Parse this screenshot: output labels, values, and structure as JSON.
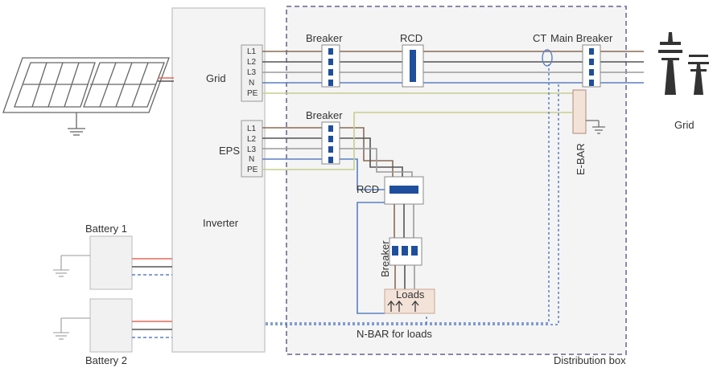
{
  "labels": {
    "inverter": "Inverter",
    "grid_port": "Grid",
    "eps_port": "EPS",
    "breaker_grid": "Breaker",
    "rcd_grid": "RCD",
    "ct": "CT",
    "main_breaker": "Main Breaker",
    "grid_right": "Grid",
    "breaker_eps": "Breaker",
    "rcd_eps": "RCD",
    "breaker_loads": "Breaker",
    "loads": "Loads",
    "e_bar": "E-BAR",
    "n_bar": "N-BAR for loads",
    "distribution_box": "Distribution box",
    "battery_1": "Battery 1",
    "battery_2": "Battery 2"
  },
  "terminals": {
    "grid": [
      "L1",
      "L2",
      "L3",
      "N",
      "PE"
    ],
    "eps": [
      "L1",
      "L2",
      "L3",
      "N",
      "PE"
    ]
  },
  "colors": {
    "L1": "#8a6a55",
    "L2": "#555555",
    "L3": "#9a9a9a",
    "N": "#5b7fc4",
    "PE": "#c6cd8e",
    "dc_positive": "#e06a5a",
    "box_border": "#8888aa",
    "breaker_blue": "#1f4f9c"
  }
}
